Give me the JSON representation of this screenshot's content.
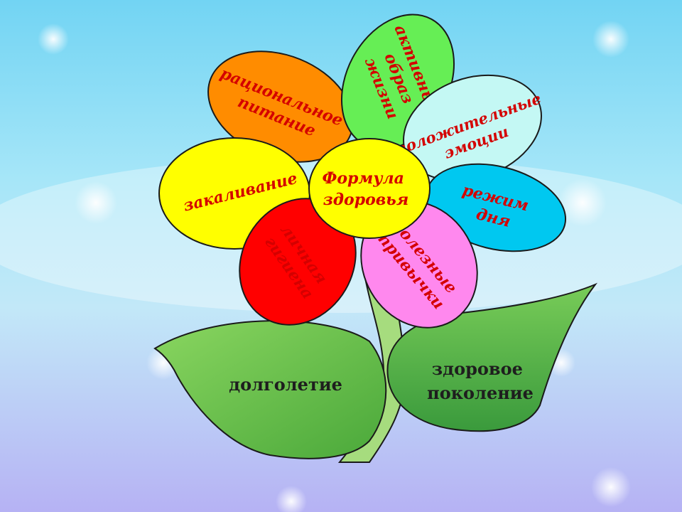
{
  "center": {
    "line1": "Формула",
    "line2": "здоровья",
    "color": "#ffff00"
  },
  "petals": {
    "nutrition": {
      "line1": "рациональное",
      "line2": "питание",
      "color": "#ff8c00"
    },
    "active": {
      "line1": "активный",
      "line2": "образ",
      "line3": "жизни",
      "color": "#66ee55"
    },
    "emotions": {
      "line1": "положительные",
      "line2": "эмоции",
      "color": "#c4f8f4"
    },
    "hardening": {
      "line1": "закаливание",
      "color": "#ffff00"
    },
    "regime": {
      "line1": "режим",
      "line2": "дня",
      "color": "#00c8f0"
    },
    "hygiene": {
      "line1": "личная",
      "line2": "гигиена",
      "color": "#ff0000"
    },
    "habits": {
      "line1": "полезные",
      "line2": "привычки",
      "color": "#ff88ee"
    }
  },
  "leaves": {
    "left": {
      "label": "долголетие",
      "color": "#6cc84a"
    },
    "right": {
      "line1": "здоровое",
      "line2": "поколение",
      "color": "#5cb84a"
    }
  },
  "colors": {
    "stem": "#a6dc7e",
    "text_red": "#d40000",
    "bg_top": "#6fd2f2",
    "bg_bottom": "#b8b4f4"
  }
}
